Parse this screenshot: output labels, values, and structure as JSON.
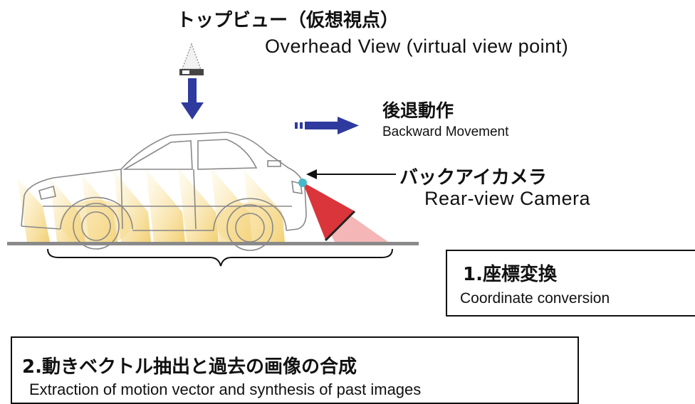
{
  "labels": {
    "overhead_jp": "トップビュー（仮想視点）",
    "overhead_en": "Overhead View (virtual view point)",
    "backward_jp": "後退動作",
    "backward_en": "Backward Movement",
    "camera_jp": "バックアイカメラ",
    "camera_en": "Rear-view Camera"
  },
  "steps": [
    {
      "title": "1.座標変換",
      "subtitle": "Coordinate conversion"
    },
    {
      "title": "2.動きベクトル抽出と過去の画像の合成",
      "subtitle": "Extraction of motion vector and synthesis of past images"
    }
  ],
  "colors": {
    "arrow_blue": "#2e3a9e",
    "camera_cone_dark": "#d9353a",
    "camera_cone_light": "#f4b6b6",
    "light_beam": "#f3d27a",
    "ground": "#8a8a8a",
    "camera_dot": "#48b8c8"
  }
}
